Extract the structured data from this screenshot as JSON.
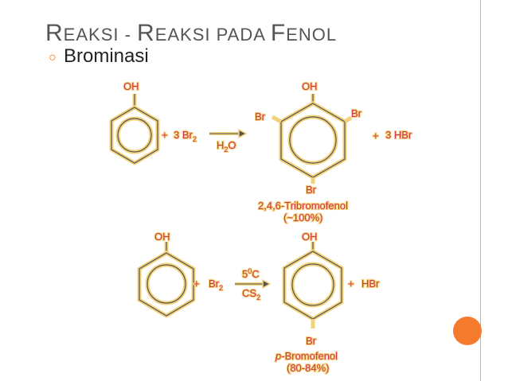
{
  "slide": {
    "title_parts": [
      {
        "text": "R",
        "size": "big"
      },
      {
        "text": "EAKSI - ",
        "size": "small"
      },
      {
        "text": "R",
        "size": "big"
      },
      {
        "text": "EAKSI PADA ",
        "size": "small"
      },
      {
        "text": "F",
        "size": "big"
      },
      {
        "text": "ENOL",
        "size": "small"
      }
    ],
    "bullet": "Brominasi"
  },
  "reaction1": {
    "oh_reactant": "OH",
    "reagent_plus": "+",
    "reagent": "3 Br",
    "reagent_sub": "2",
    "arrow_below": "H",
    "arrow_below_sub": "2",
    "arrow_below_tail": "O",
    "oh_product": "OH",
    "br_left": "Br",
    "br_right": "Br",
    "br_bottom": "Br",
    "byproduct_plus": "+",
    "byproduct": "3 HBr",
    "product_name": "2,4,6-Tribromofenol",
    "yield": "(~100%)"
  },
  "reaction2": {
    "oh_reactant": "OH",
    "reagent_plus": "+",
    "reagent": "Br",
    "reagent_sub": "2",
    "arrow_above": "5",
    "arrow_above_sup": "0",
    "arrow_above_tail": "C",
    "arrow_below": "CS",
    "arrow_below_sub": "2",
    "oh_product": "OH",
    "br_bottom": "Br",
    "byproduct_plus": "+",
    "byproduct": "HBr",
    "product_name_prefix": "p",
    "product_name": "-Bromofenol",
    "yield": "(80-84%)"
  }
}
